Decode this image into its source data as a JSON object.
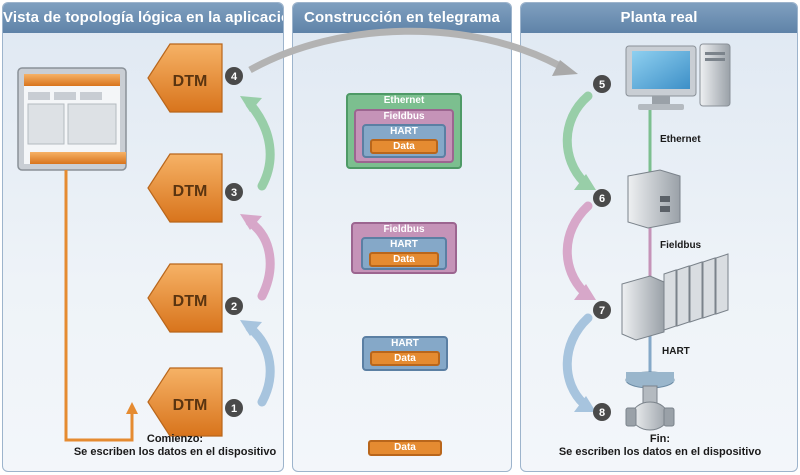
{
  "panels": {
    "left_title": "Vista de topología lógica en la aplicación FDT",
    "middle_title": "Construcción en telegrama",
    "right_title": "Planta real"
  },
  "dtm_label": "DTM",
  "steps": [
    "1",
    "2",
    "3",
    "4",
    "5",
    "6",
    "7",
    "8"
  ],
  "start_caption": {
    "line1": "Comienzo:",
    "line2": "Se escriben los datos en el dispositivo"
  },
  "end_caption": {
    "line1": "Fin:",
    "line2": "Se escriben los datos en el dispositivo"
  },
  "telegram": {
    "ethernet": "Ethernet",
    "fieldbus": "Fieldbus",
    "hart": "HART",
    "data": "Data"
  },
  "network_labels": {
    "ethernet": "Ethernet",
    "fieldbus": "Fieldbus",
    "hart": "HART"
  },
  "colors": {
    "dtm": "#e58b31",
    "ethernet": "#7cbf8f",
    "fieldbus": "#c593b8",
    "hart": "#85a8c8",
    "header": "#6b8db0",
    "badge": "#4a4a4a"
  }
}
